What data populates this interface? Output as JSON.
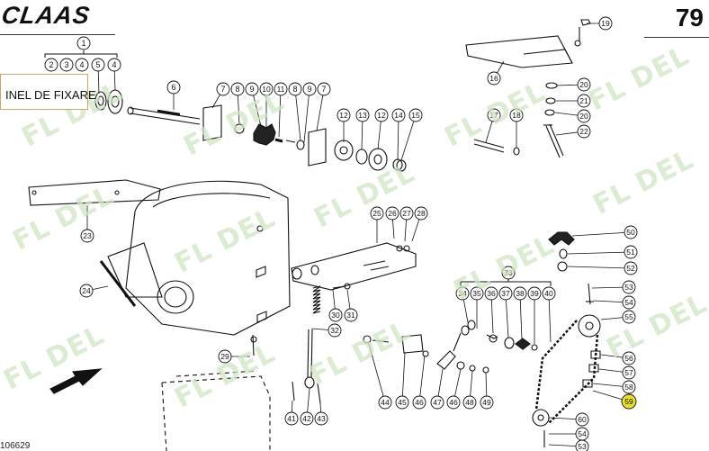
{
  "header": {
    "brand": "CLAAS",
    "page_number": "79"
  },
  "tooltip": {
    "text": "INEL DE FIXARE"
  },
  "watermark": {
    "text": "FL DEL",
    "color": "#cfe6c3"
  },
  "footer": {
    "document_number": "106629"
  },
  "callouts": [
    {
      "id": "c1",
      "label": "1"
    },
    {
      "id": "c2",
      "label": "2"
    },
    {
      "id": "c3",
      "label": "3"
    },
    {
      "id": "c4a",
      "label": "4"
    },
    {
      "id": "c5",
      "label": "5"
    },
    {
      "id": "c4b",
      "label": "4"
    },
    {
      "id": "c6",
      "label": "6"
    },
    {
      "id": "c7a",
      "label": "7"
    },
    {
      "id": "c8a",
      "label": "8"
    },
    {
      "id": "c9a",
      "label": "9"
    },
    {
      "id": "c10",
      "label": "10"
    },
    {
      "id": "c11",
      "label": "11"
    },
    {
      "id": "c8b",
      "label": "8"
    },
    {
      "id": "c9b",
      "label": "9"
    },
    {
      "id": "c7b",
      "label": "7"
    },
    {
      "id": "c12a",
      "label": "12"
    },
    {
      "id": "c13",
      "label": "13"
    },
    {
      "id": "c12b",
      "label": "12"
    },
    {
      "id": "c14",
      "label": "14"
    },
    {
      "id": "c15",
      "label": "15"
    },
    {
      "id": "c16",
      "label": "16"
    },
    {
      "id": "c17",
      "label": "17"
    },
    {
      "id": "c18",
      "label": "18"
    },
    {
      "id": "c19",
      "label": "19"
    },
    {
      "id": "c20a",
      "label": "20"
    },
    {
      "id": "c21",
      "label": "21"
    },
    {
      "id": "c20b",
      "label": "20"
    },
    {
      "id": "c22",
      "label": "22"
    },
    {
      "id": "c23",
      "label": "23"
    },
    {
      "id": "c24",
      "label": "24"
    },
    {
      "id": "c25",
      "label": "25"
    },
    {
      "id": "c26",
      "label": "26"
    },
    {
      "id": "c27",
      "label": "27"
    },
    {
      "id": "c28",
      "label": "28"
    },
    {
      "id": "c29",
      "label": "29"
    },
    {
      "id": "c30",
      "label": "30"
    },
    {
      "id": "c31",
      "label": "31"
    },
    {
      "id": "c32",
      "label": "32"
    },
    {
      "id": "c33",
      "label": "33"
    },
    {
      "id": "c34",
      "label": "34"
    },
    {
      "id": "c35",
      "label": "35"
    },
    {
      "id": "c36",
      "label": "36"
    },
    {
      "id": "c37",
      "label": "37"
    },
    {
      "id": "c38",
      "label": "38"
    },
    {
      "id": "c39",
      "label": "39"
    },
    {
      "id": "c40",
      "label": "40"
    },
    {
      "id": "c41",
      "label": "41"
    },
    {
      "id": "c42",
      "label": "42"
    },
    {
      "id": "c43",
      "label": "43"
    },
    {
      "id": "c44",
      "label": "44"
    },
    {
      "id": "c45",
      "label": "45"
    },
    {
      "id": "c46a",
      "label": "46"
    },
    {
      "id": "c47",
      "label": "47"
    },
    {
      "id": "c46b",
      "label": "46"
    },
    {
      "id": "c48",
      "label": "48"
    },
    {
      "id": "c49",
      "label": "49"
    },
    {
      "id": "c50",
      "label": "50"
    },
    {
      "id": "c51",
      "label": "51"
    },
    {
      "id": "c52",
      "label": "52"
    },
    {
      "id": "c53a",
      "label": "53"
    },
    {
      "id": "c54a",
      "label": "54"
    },
    {
      "id": "c55",
      "label": "55"
    },
    {
      "id": "c56",
      "label": "56"
    },
    {
      "id": "c57",
      "label": "57"
    },
    {
      "id": "c58",
      "label": "58"
    },
    {
      "id": "c59",
      "label": "59",
      "highlight": true
    },
    {
      "id": "c60",
      "label": "60"
    },
    {
      "id": "c54b",
      "label": "54"
    },
    {
      "id": "c53b",
      "label": "53"
    }
  ]
}
